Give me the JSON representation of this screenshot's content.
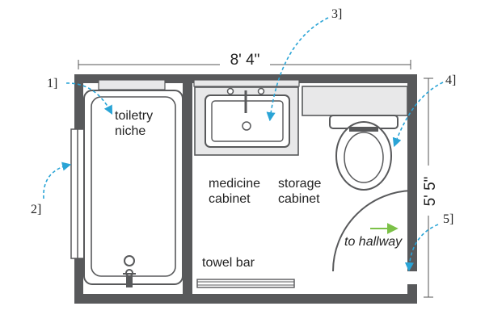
{
  "diagram": {
    "dimensions": {
      "width": "8' 4\"",
      "height": "5' 5\""
    },
    "labels": {
      "toiletry_niche_line1": "toiletry",
      "toiletry_niche_line2": "niche",
      "medicine_cabinet_line1": "medicine",
      "medicine_cabinet_line2": "cabinet",
      "storage_cabinet_line1": "storage",
      "storage_cabinet_line2": "cabinet",
      "towel_bar": "towel bar",
      "to_hallway": "to hallway"
    },
    "callouts": [
      "1]",
      "2]",
      "3]",
      "4]",
      "5]"
    ],
    "colors": {
      "wall": "#58595b",
      "fixture_stroke": "#58595b",
      "fixture_fill": "#e8e8e9",
      "callout_arrow": "#2aa4d6",
      "hallway_arrow": "#7cc148",
      "dimension_line": "#555555"
    }
  }
}
